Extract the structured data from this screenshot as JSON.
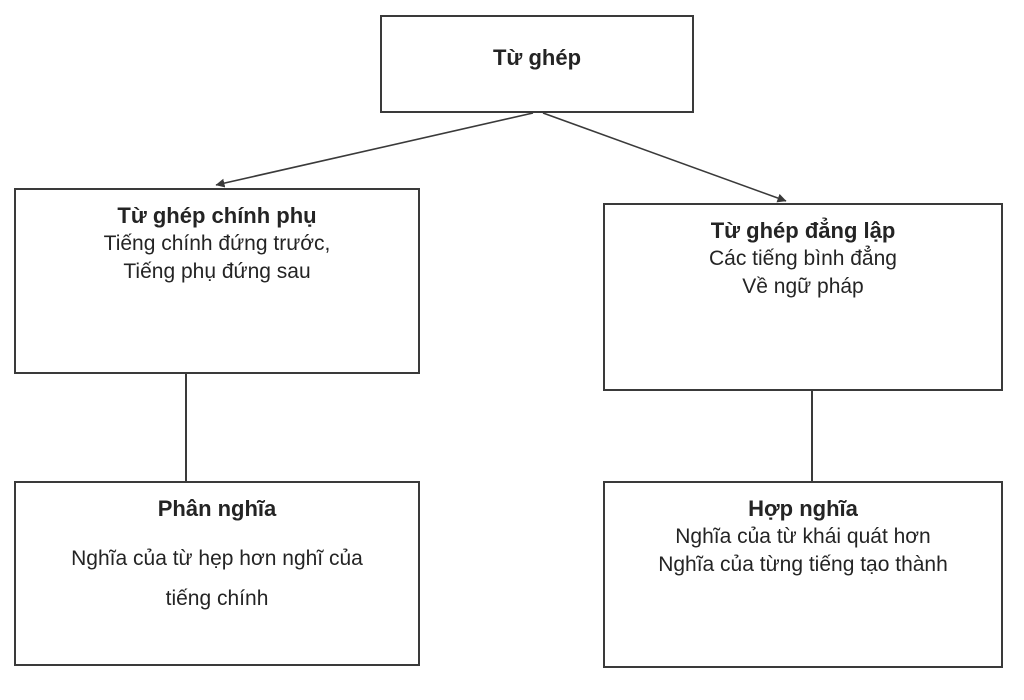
{
  "diagram": {
    "topic": "Từ ghép",
    "nodes": {
      "root": {
        "title": "Từ ghép"
      },
      "chinh_phu": {
        "title": "Từ ghép chính phụ",
        "lines": [
          "Tiếng chính đứng trước,",
          "Tiếng phụ đứng sau"
        ]
      },
      "dang_lap": {
        "title": "Từ ghép đẳng lập",
        "lines": [
          "Các tiếng bình đẳng",
          "Về ngữ pháp"
        ]
      },
      "phan_nghia": {
        "title": "Phân nghĩa",
        "body_lines": [
          "Nghĩa của từ hẹp hơn nghĩ của",
          "tiếng chính"
        ]
      },
      "hop_nghia": {
        "title": "Hợp nghĩa",
        "lines": [
          "Nghĩa của từ khái quát hơn",
          "Nghĩa của từng tiếng tạo thành"
        ]
      }
    },
    "edges": [
      {
        "from": "root",
        "to": "chinh_phu",
        "type": "arrow"
      },
      {
        "from": "root",
        "to": "dang_lap",
        "type": "arrow"
      },
      {
        "from": "chinh_phu",
        "to": "phan_nghia",
        "type": "line"
      },
      {
        "from": "dang_lap",
        "to": "hop_nghia",
        "type": "line"
      }
    ]
  },
  "colors": {
    "border": "#3a3a3a",
    "text": "#242424",
    "background": "#ffffff",
    "connector": "#3a3a3a"
  }
}
